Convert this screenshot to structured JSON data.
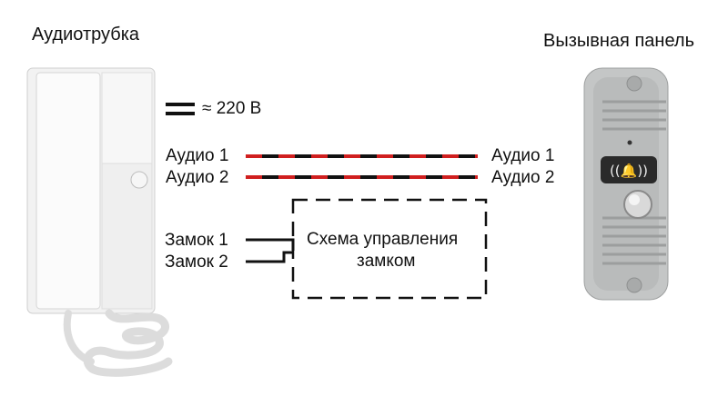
{
  "titles": {
    "handset": "Аудиотрубка",
    "panel": "Вызывная панель"
  },
  "power": {
    "label": "≈ 220 В"
  },
  "lines": {
    "audio1_left": "Аудио 1",
    "audio2_left": "Аудио 2",
    "audio1_right": "Аудио 1",
    "audio2_right": "Аудио 2",
    "lock1": "Замок 1",
    "lock2": "Замок 2"
  },
  "lock_box": {
    "line1": "Схема управления",
    "line2": "замком"
  },
  "colors": {
    "wire_black": "#111111",
    "wire_red": "#d01f1f",
    "handset_body": "#f2f2f2",
    "panel_body": "#b9bbbb",
    "panel_badge": "#2a2a2a"
  }
}
